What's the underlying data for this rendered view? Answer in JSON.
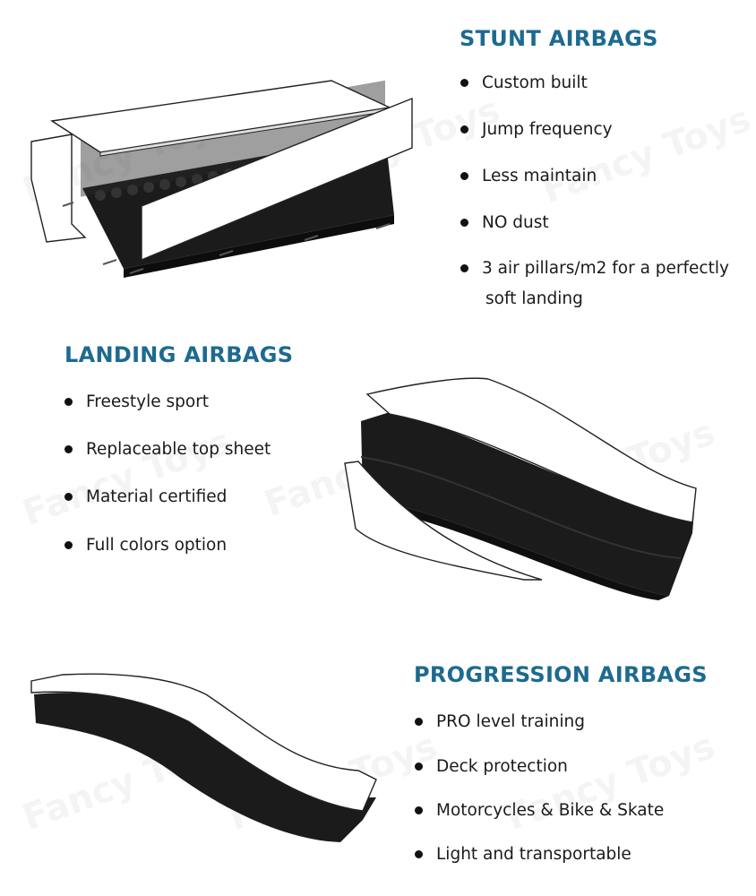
{
  "watermark": "Fancy Toys",
  "stunt": {
    "title": "STUNT AIRBAGS",
    "items": [
      "Custom built",
      "Jump frequency",
      "Less maintain",
      "NO dust",
      "3 air pillars/m2 for a perfectly",
      "soft landing"
    ]
  },
  "landing": {
    "title": "LANDING AIRBAGS",
    "items": [
      "Freestyle sport",
      "Replaceable top sheet",
      "Material certified",
      "Full colors option"
    ]
  },
  "progression": {
    "title": "PROGRESSION AIRBAGS",
    "items": [
      "PRO level training",
      "Deck protection",
      "Motorcycles & Bike & Skate",
      "Light and transportable"
    ]
  },
  "colors": {
    "heading": "#1d6a91",
    "text": "#1a1a1a",
    "product": "#1b1b1b"
  },
  "images": {
    "stunt": "stunt-airbag-illustration",
    "landing": "landing-airbag-illustration",
    "progression": "progression-airbag-illustration"
  }
}
